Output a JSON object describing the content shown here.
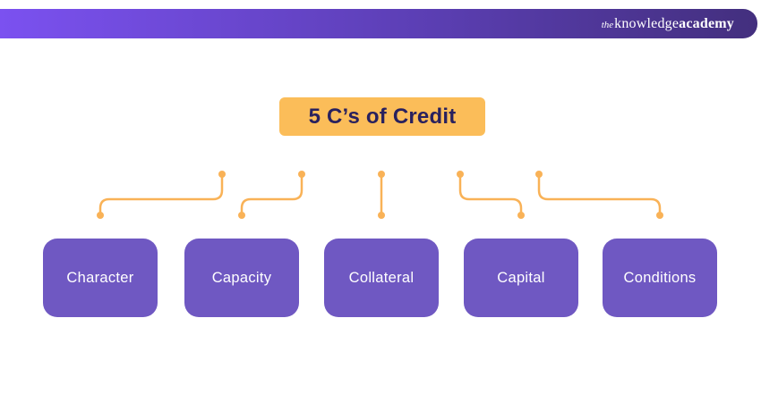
{
  "theme": {
    "page-bg": "#ffffff",
    "header-grad-start": "#7b51f0",
    "header-grad-end": "#432f7e",
    "title-bg": "#fbbd59",
    "title-text": "#29215e",
    "connector": "#f9b257",
    "node-bg": "#6f58c2",
    "node-text": "#ffffff"
  },
  "header": {
    "logo": {
      "prefix": "the",
      "name": "knowledge",
      "suffix": "academy"
    }
  },
  "diagram": {
    "title": "5 C’s of Credit",
    "nodes": [
      {
        "label": "Character"
      },
      {
        "label": "Capacity"
      },
      {
        "label": "Collateral"
      },
      {
        "label": "Capital"
      },
      {
        "label": "Conditions"
      }
    ]
  }
}
